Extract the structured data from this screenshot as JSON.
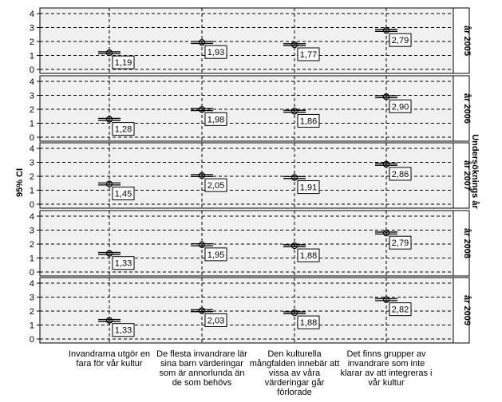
{
  "chart_data": {
    "type": "errorbar",
    "y_axis_title": "95% CI",
    "panel_axis_title": "Undersöknings år",
    "categories": [
      "Invandrarna utgör en fara för vår kultur",
      "De flesta invandrare lär sina barn värderingar som är annorlunda än de som behövs",
      "Den kulturella mångfalden innebär att vissa av våra värderingar går förlorade",
      "Det finns grupper av invandrare som inte klarar av att integreras i vår kultur"
    ],
    "category_label_lines": [
      [
        "Invandrarna utgör en",
        "fara för vår kultur"
      ],
      [
        "De flesta invandrare lär",
        "sina barn värderingar",
        "som är annorlunda än",
        "de som behövs"
      ],
      [
        "Den kulturella",
        "mångfalden innebär att",
        "vissa av våra",
        "värderingar går",
        "förlorade"
      ],
      [
        "Det finns grupper av",
        "invandrare som inte",
        "klarar  av att integreras i",
        "vår kultur"
      ]
    ],
    "ylim": [
      0,
      4
    ],
    "y_ticks": [
      "0",
      "1",
      "2",
      "3",
      "4"
    ],
    "grid": true,
    "panels": [
      {
        "label": "år 2005",
        "means": [
          1.19,
          1.93,
          1.77,
          2.79
        ],
        "value_labels": [
          "1,19",
          "1,93",
          "1,77",
          "2,79"
        ]
      },
      {
        "label": "år 2006",
        "means": [
          1.28,
          1.98,
          1.86,
          2.9
        ],
        "value_labels": [
          "1,28",
          "1,98",
          "1,86",
          "2,90"
        ]
      },
      {
        "label": "år 2007",
        "means": [
          1.45,
          2.05,
          1.91,
          2.86
        ],
        "value_labels": [
          "1,45",
          "2,05",
          "1,91",
          "2,86"
        ]
      },
      {
        "label": "år 2008",
        "means": [
          1.33,
          1.95,
          1.88,
          2.79
        ],
        "value_labels": [
          "1,33",
          "1,95",
          "1,88",
          "2,79"
        ]
      },
      {
        "label": "år 2009",
        "means": [
          1.33,
          2.03,
          1.88,
          2.82
        ],
        "value_labels": [
          "1,33",
          "2,03",
          "1,88",
          "2,82"
        ]
      }
    ],
    "colors": {
      "panel_bg": "#f0f0f0",
      "grid": "#000000",
      "marker": "#000000"
    }
  }
}
